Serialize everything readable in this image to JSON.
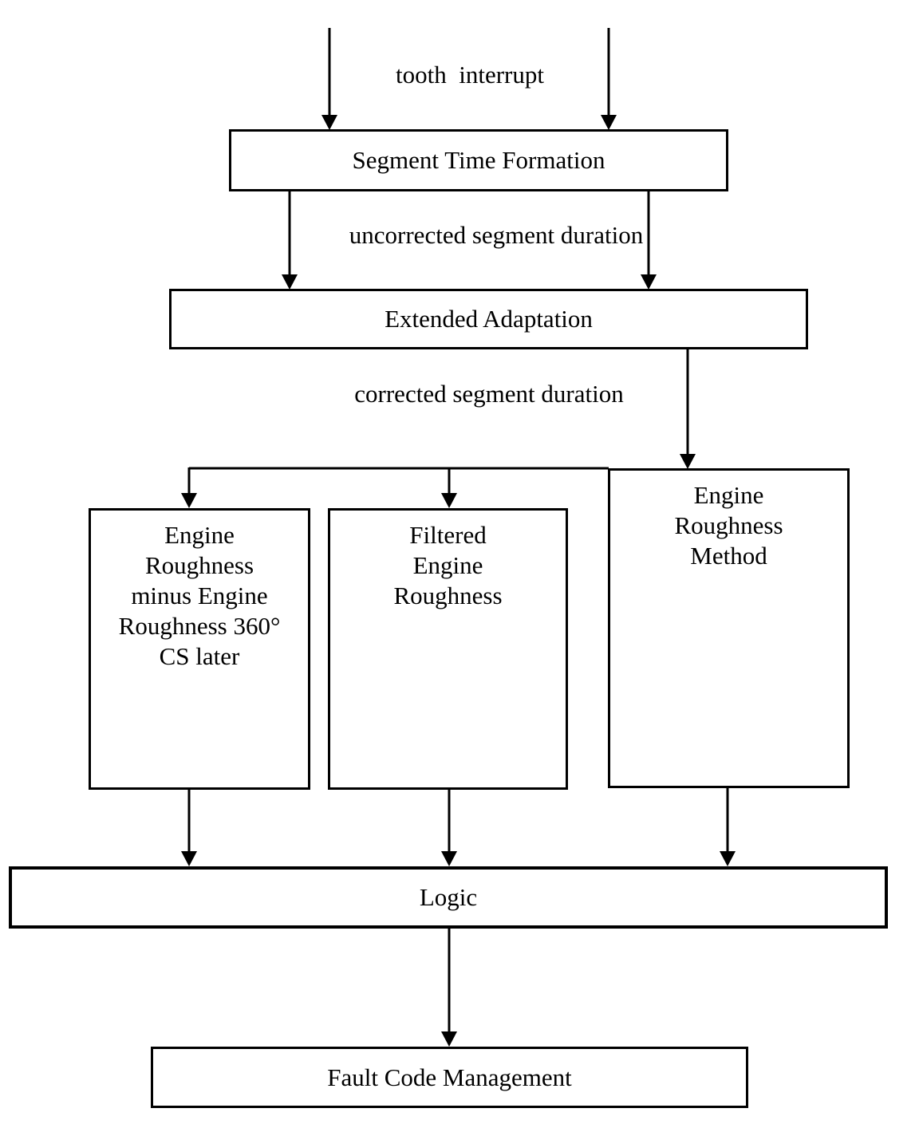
{
  "page": {
    "background_color": "#ffffff",
    "line_color": "#000000",
    "text_color": "#000000"
  },
  "flow": {
    "input_label": "tooth  interrupt",
    "edge_labels": {
      "uncorrected": "uncorrected segment duration",
      "corrected": "corrected segment duration"
    },
    "nodes": {
      "segment_time_formation": {
        "label": "Segment Time Formation"
      },
      "extended_adaptation": {
        "label": "Extended Adaptation"
      },
      "engine_roughness_minus": {
        "label_lines": [
          "Engine",
          "Roughness",
          "minus Engine",
          "Roughness 360°",
          "CS later"
        ]
      },
      "filtered_engine_roughness": {
        "label_lines": [
          "Filtered",
          "Engine",
          "Roughness"
        ]
      },
      "engine_roughness_method": {
        "label_lines": [
          "Engine",
          "Roughness",
          "Method"
        ]
      },
      "logic": {
        "label": "Logic"
      },
      "fault_code_management": {
        "label": "Fault Code Management"
      }
    }
  }
}
